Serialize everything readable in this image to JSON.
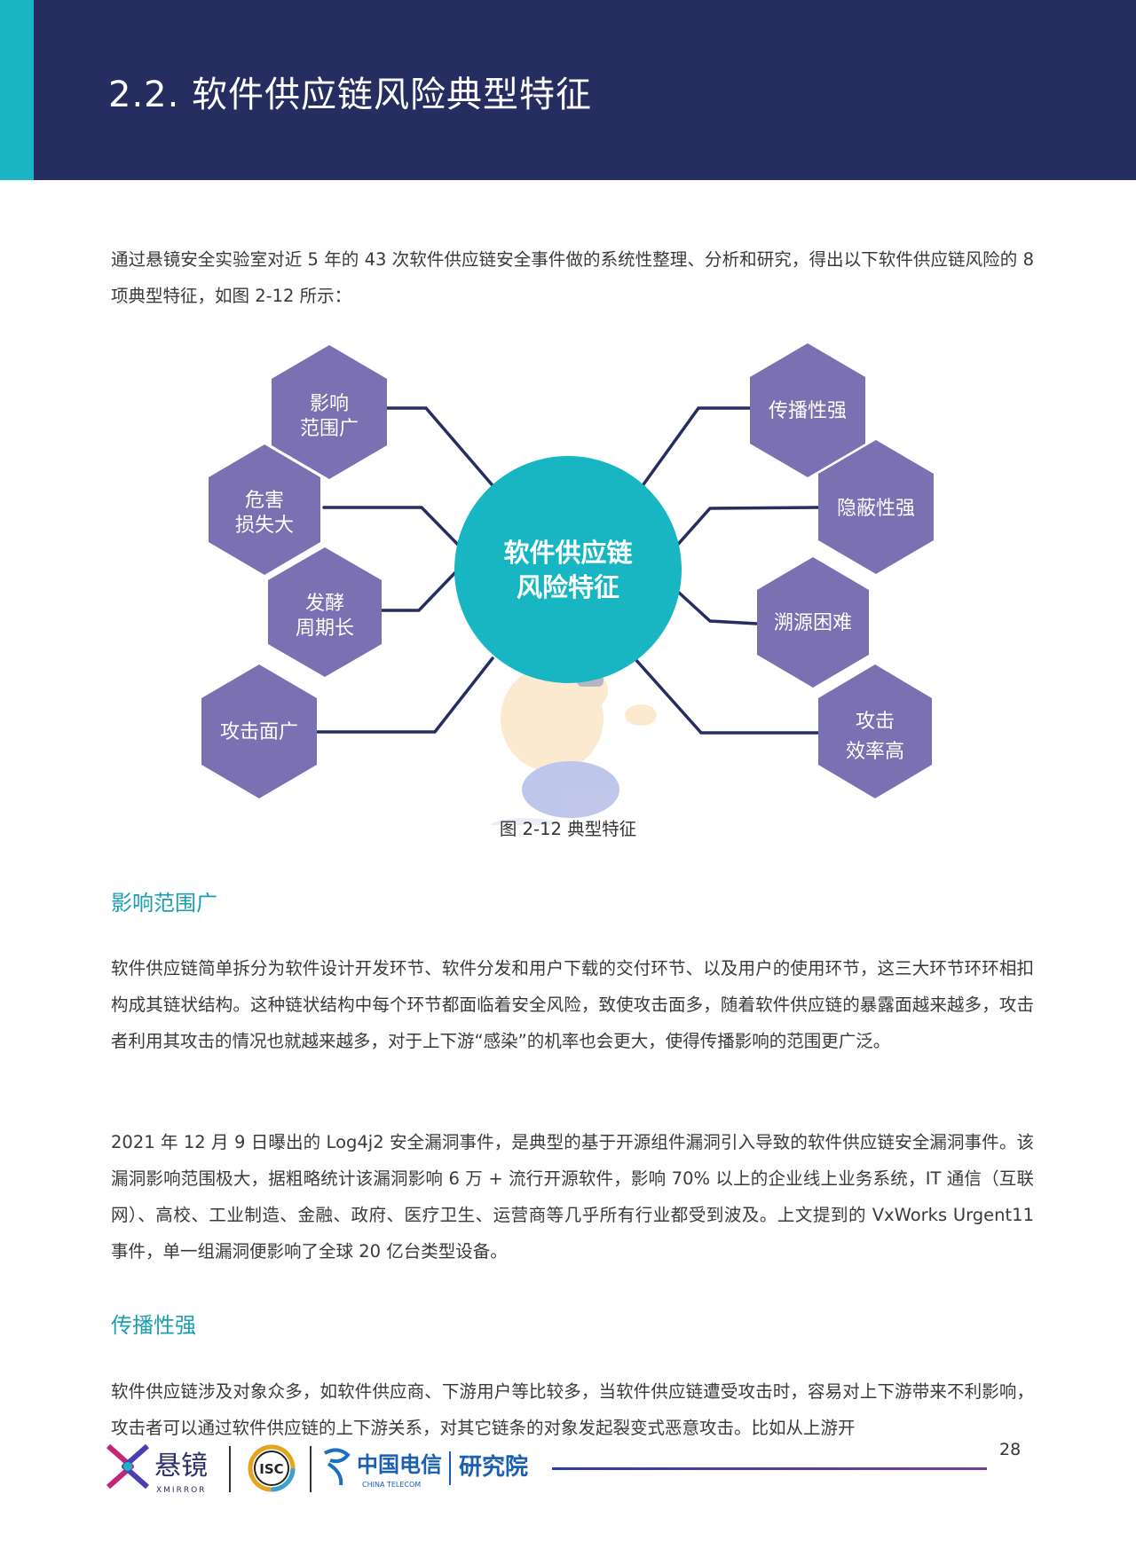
{
  "header": {
    "title": "2.2. 软件供应链风险典型特征"
  },
  "intro": "通过悬镜安全实验室对近 5 年的 43 次软件供应链安全事件做的系统性整理、分析和研究，得出以下软件供应链风险的 8 项典型特征，如图 2-12 所示：",
  "diagram": {
    "center_line1": "软件供应链",
    "center_line2": "风险特征",
    "left": [
      {
        "line1": "影响",
        "line2": "范围广"
      },
      {
        "line1": "危害",
        "line2": "损失大"
      },
      {
        "line1": "发酵",
        "line2": "周期长"
      },
      {
        "line1": "攻击面广",
        "line2": ""
      }
    ],
    "right": [
      {
        "line1": "传播性强",
        "line2": ""
      },
      {
        "line1": "隐蔽性强",
        "line2": ""
      },
      {
        "line1": "溯源困难",
        "line2": ""
      },
      {
        "line1": "攻击",
        "line2": "效率高"
      }
    ],
    "caption": "图 2-12 典型特征"
  },
  "section1": {
    "heading": "影响范围广",
    "p1": "软件供应链简单拆分为软件设计开发环节、软件分发和用户下载的交付环节、以及用户的使用环节，这三大环节环环相扣构成其链状结构。这种链状结构中每个环节都面临着安全风险，致使攻击面多，随着软件供应链的暴露面越来越多，攻击者利用其攻击的情况也就越来越多，对于上下游“感染”的机率也会更大，使得传播影响的范围更广泛。",
    "p2": "2021 年 12 月 9 日曝出的 Log4j2 安全漏洞事件，是典型的基于开源组件漏洞引入导致的软件供应链安全漏洞事件。该漏洞影响范围极大，据粗略统计该漏洞影响 6 万 + 流行开源软件，影响 70% 以上的企业线上业务系统，IT 通信（互联网）、高校、工业制造、金融、政府、医疗卫生、运营商等几乎所有行业都受到波及。上文提到的 VxWorks Urgent11 事件，单一组漏洞便影响了全球 20 亿台类型设备。"
  },
  "section2": {
    "heading": "传播性强",
    "p1": "软件供应链涉及对象众多，如软件供应商、下游用户等比较多，当软件供应链遭受攻击时，容易对上下游带来不利影响，攻击者可以通过软件供应链的上下游关系，对其它链条的对象发起裂变式恶意攻击。比如从上游开"
  },
  "footer": {
    "brand1": "悬镜",
    "brand1_sub": "XMIRROR",
    "brand2": "ISC",
    "brand3": "中国电信",
    "brand3_sub": "CHINA TELECOM",
    "brand4": "研究院",
    "page": "28"
  },
  "colors": {
    "header_bg": "#262d60",
    "accent": "#1ab4c4",
    "hexagon": "#7b70b2",
    "center": "#17b6c2",
    "connector": "#262d60",
    "heading": "#1a9fb0"
  }
}
